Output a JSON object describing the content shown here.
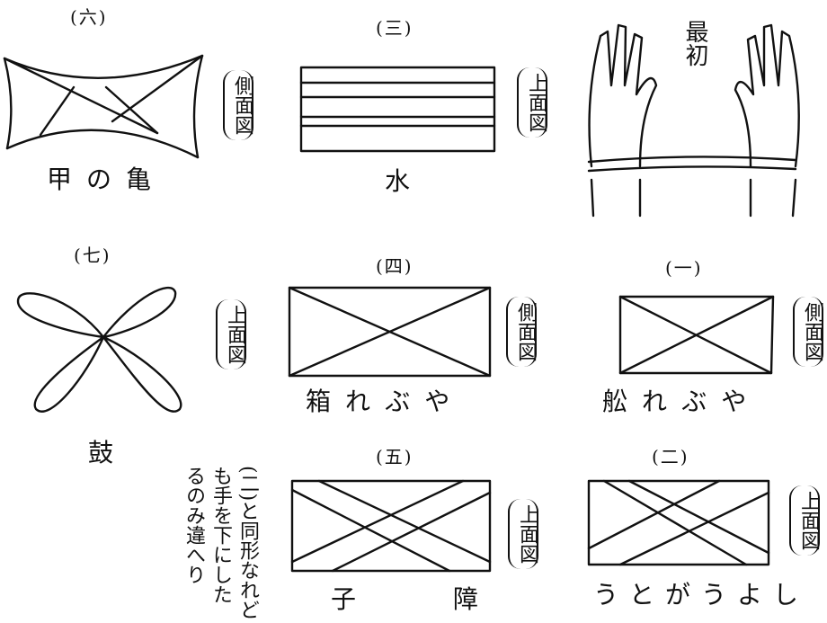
{
  "figures": [
    {
      "number": "(六)",
      "name": "甲の亀",
      "view": "側面図"
    },
    {
      "number": "(三)",
      "name": "水",
      "view": "上面図"
    },
    {
      "name": "最初"
    },
    {
      "number": "(七)",
      "name": "鼓",
      "view": "上面図"
    },
    {
      "number": "(四)",
      "name": "箱れぶや",
      "view": "側面図"
    },
    {
      "number": "(一)",
      "name": "舩れぶや",
      "view": "側面図"
    },
    {
      "number": "(五)",
      "name": "子　障",
      "view": "上面図"
    },
    {
      "number": "(二)",
      "name": "うとがうよし",
      "view": "上面図"
    }
  ],
  "note": "(二)と同形なれども手を下にしたるのみ違へり"
}
